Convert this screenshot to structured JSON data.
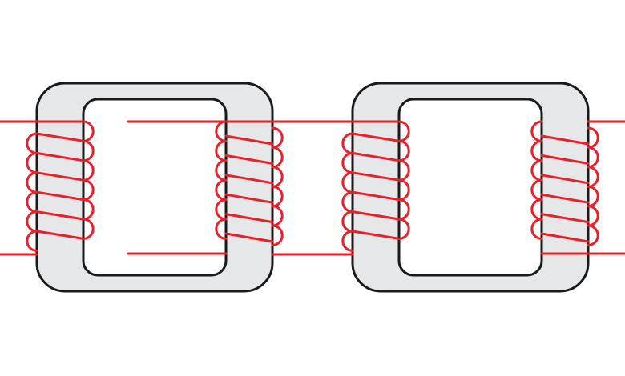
{
  "diagram": {
    "type": "transformer-chain",
    "transformers": [
      {
        "primary_turns": 6,
        "secondary_turns": 6
      },
      {
        "primary_turns": 6,
        "secondary_turns": 6
      }
    ]
  },
  "colors": {
    "background": "#ffffff",
    "core_fill": "#e6e7e9",
    "core_outline": "#1a1a1a",
    "winding": "#e8202a"
  }
}
